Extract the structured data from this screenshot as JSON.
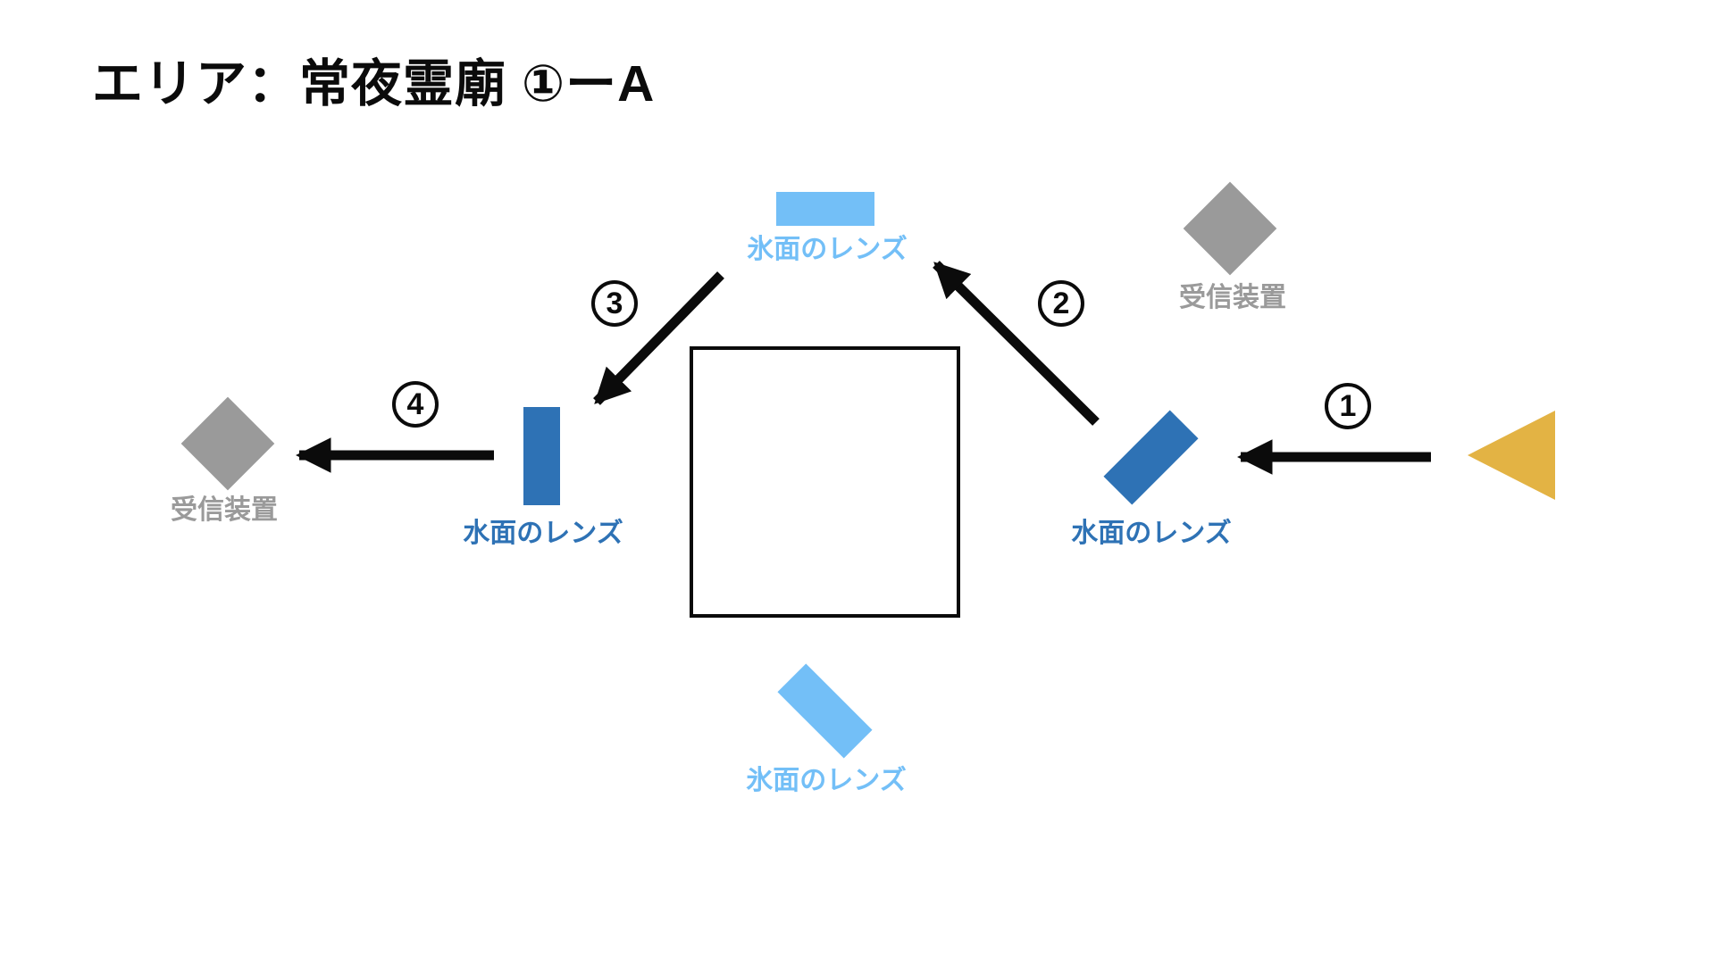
{
  "title": "エリア：常夜霊廟 ①ーA",
  "colors": {
    "ice_lens": "#73BFF7",
    "water_lens": "#2E72B5",
    "receiver": "#9A9A9A",
    "emitter": "#E3B344",
    "beam": "#0B0B0B",
    "text": "#0B0B0B"
  },
  "diagram": {
    "labels": {
      "ice_lens_top": "氷面のレンズ",
      "ice_lens_bottom": "氷面のレンズ",
      "water_lens_left": "水面のレンズ",
      "water_lens_right": "水面のレンズ",
      "receiver_left": "受信装置",
      "receiver_right": "受信装置"
    },
    "step_numbers": [
      "1",
      "2",
      "3",
      "4"
    ]
  }
}
